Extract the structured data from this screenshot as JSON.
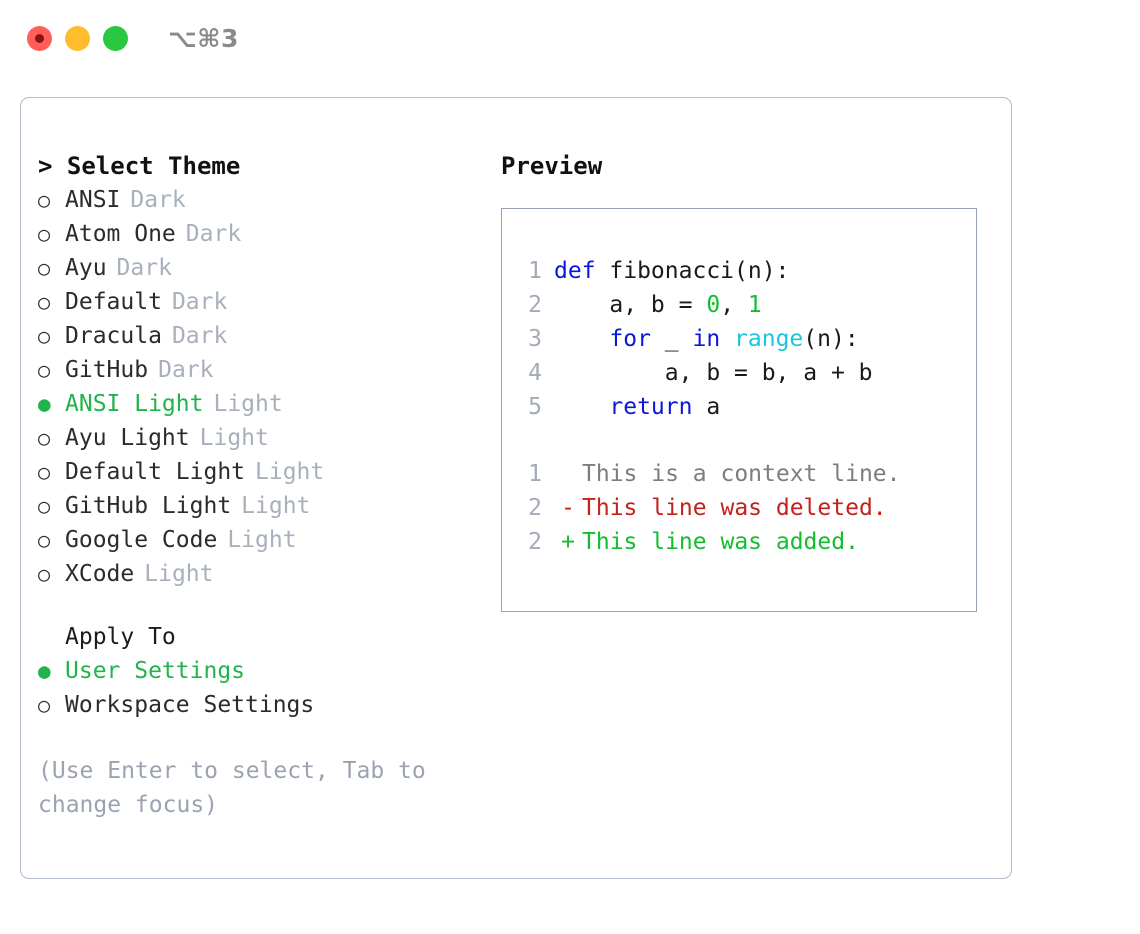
{
  "window": {
    "titlebar_label": "⌥⌘3",
    "traffic_lights": [
      {
        "name": "close",
        "color": "#ff5f57"
      },
      {
        "name": "minimize",
        "color": "#ffbd2e"
      },
      {
        "name": "zoom",
        "color": "#28c840"
      }
    ]
  },
  "colors": {
    "accent_green": "#21b44c",
    "muted": "#a8b0bc",
    "hint": "#9aa3b2",
    "keyword": "#0b17d8",
    "function": "#17c8dc",
    "number": "#13be2e",
    "diff_delete": "#c4211c",
    "diff_add": "#13be2e",
    "diff_context": "#7d7d7d",
    "line_number": "#a3abb8",
    "card_border": "#b3bcc9",
    "preview_border": "#97a2b2"
  },
  "theme_picker": {
    "caret": ">",
    "heading": "Select Theme",
    "marker_selected": "●",
    "marker_unselected": "○",
    "items": [
      {
        "name": "ANSI",
        "kind": "Dark",
        "selected": false
      },
      {
        "name": "Atom One",
        "kind": "Dark",
        "selected": false
      },
      {
        "name": "Ayu",
        "kind": "Dark",
        "selected": false
      },
      {
        "name": "Default",
        "kind": "Dark",
        "selected": false
      },
      {
        "name": "Dracula",
        "kind": "Dark",
        "selected": false
      },
      {
        "name": "GitHub",
        "kind": "Dark",
        "selected": false
      },
      {
        "name": "ANSI Light",
        "kind": "Light",
        "selected": true
      },
      {
        "name": "Ayu Light",
        "kind": "Light",
        "selected": false
      },
      {
        "name": "Default Light",
        "kind": "Light",
        "selected": false
      },
      {
        "name": "GitHub Light",
        "kind": "Light",
        "selected": false
      },
      {
        "name": "Google Code",
        "kind": "Light",
        "selected": false
      },
      {
        "name": "XCode",
        "kind": "Light",
        "selected": false
      }
    ]
  },
  "apply_to": {
    "heading": "Apply To",
    "items": [
      {
        "name": "User Settings",
        "kind": "",
        "selected": true
      },
      {
        "name": "Workspace Settings",
        "kind": "",
        "selected": false
      }
    ]
  },
  "hint": "(Use Enter to select, Tab to change focus)",
  "preview": {
    "heading": "Preview",
    "code_lines": [
      {
        "ln": "1",
        "tokens": [
          {
            "t": "def",
            "c": "kw"
          },
          {
            "t": " fibonacci(n):",
            "c": "id"
          }
        ]
      },
      {
        "ln": "2",
        "tokens": [
          {
            "t": "    a, b = ",
            "c": "id"
          },
          {
            "t": "0",
            "c": "num"
          },
          {
            "t": ", ",
            "c": "id"
          },
          {
            "t": "1",
            "c": "num"
          }
        ]
      },
      {
        "ln": "3",
        "tokens": [
          {
            "t": "    ",
            "c": "id"
          },
          {
            "t": "for",
            "c": "kw"
          },
          {
            "t": " _ ",
            "c": "id"
          },
          {
            "t": "in",
            "c": "kw"
          },
          {
            "t": " ",
            "c": "id"
          },
          {
            "t": "range",
            "c": "fn"
          },
          {
            "t": "(n):",
            "c": "id"
          }
        ]
      },
      {
        "ln": "4",
        "tokens": [
          {
            "t": "        a, b = b, a + b",
            "c": "id"
          }
        ]
      },
      {
        "ln": "5",
        "tokens": [
          {
            "t": "    ",
            "c": "id"
          },
          {
            "t": "return",
            "c": "kw"
          },
          {
            "t": " a",
            "c": "id"
          }
        ]
      }
    ],
    "diff_lines": [
      {
        "ln": "1",
        "sign": " ",
        "text": "This is a context line.",
        "kind": "ctx"
      },
      {
        "ln": "2",
        "sign": "-",
        "text": "This line was deleted.",
        "kind": "del"
      },
      {
        "ln": "2",
        "sign": "+",
        "text": "This line was added.",
        "kind": "add"
      }
    ]
  }
}
